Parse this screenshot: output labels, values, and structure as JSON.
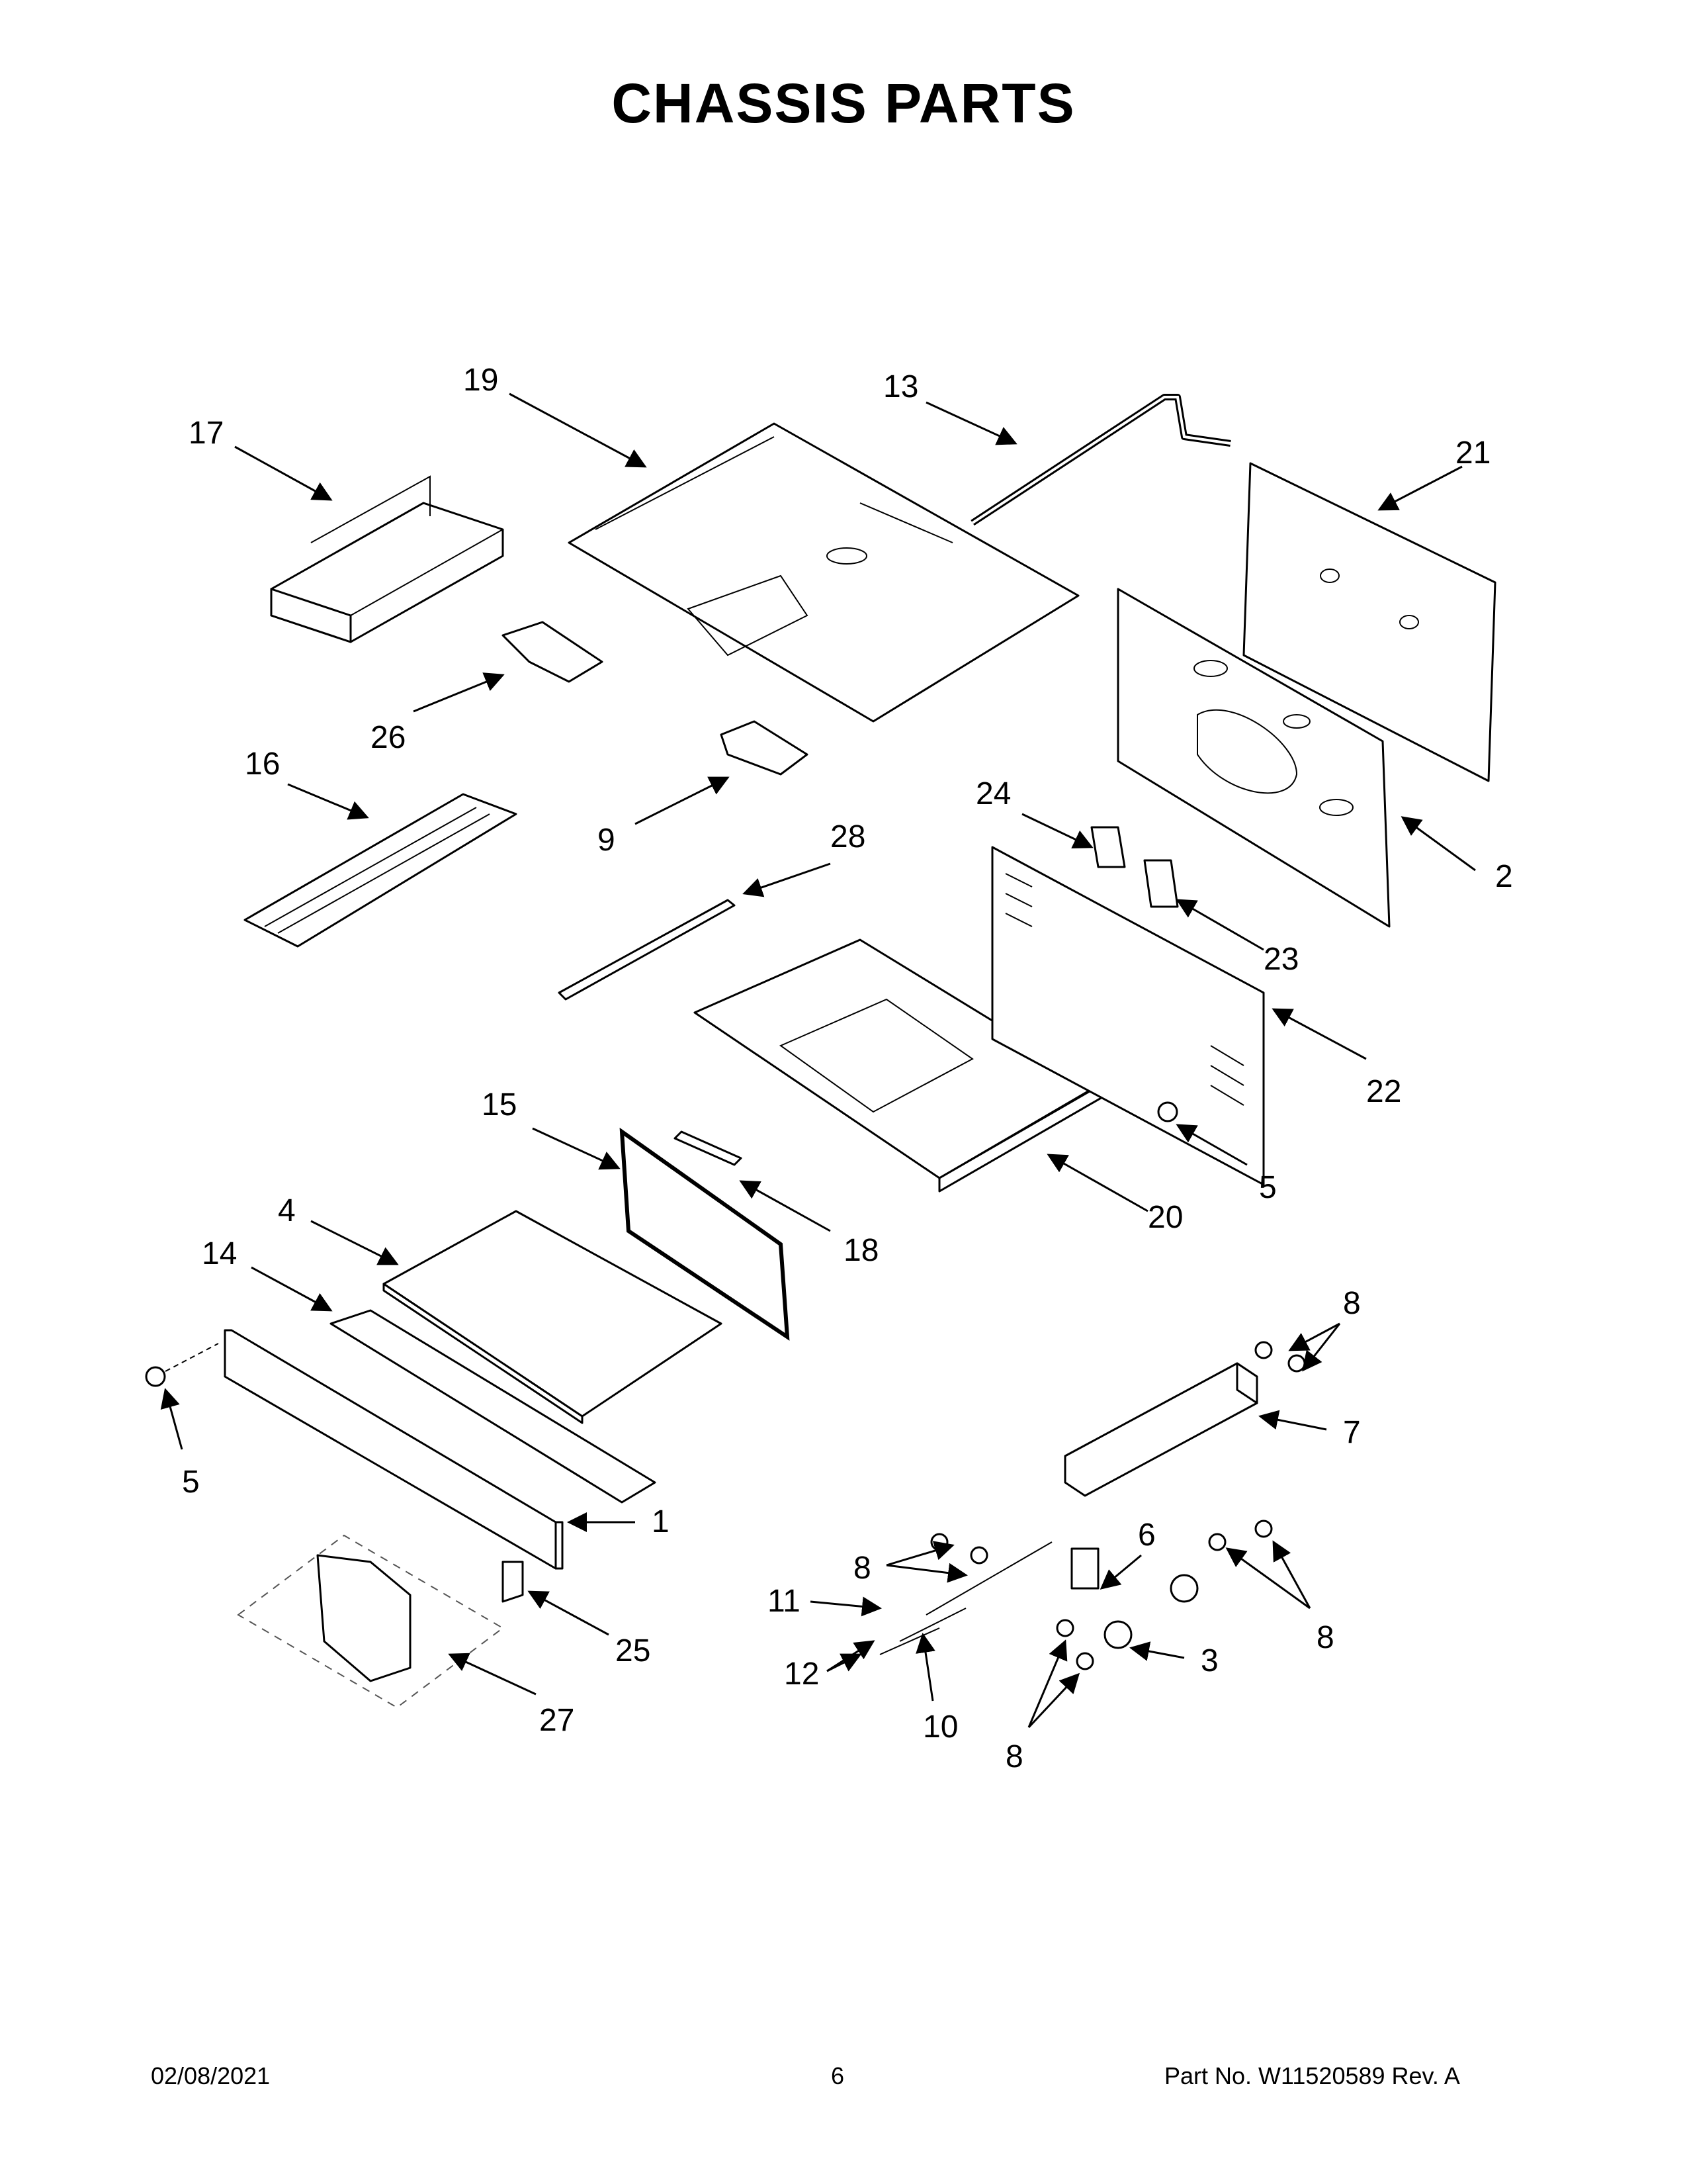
{
  "title": "CHASSIS PARTS",
  "callouts": [
    "19",
    "13",
    "17",
    "21",
    "26",
    "16",
    "9",
    "28",
    "24",
    "2",
    "23",
    "22",
    "15",
    "5",
    "4",
    "18",
    "20",
    "14",
    "8",
    "7",
    "5",
    "1",
    "6",
    "8",
    "11",
    "25",
    "12",
    "3",
    "8",
    "10",
    "8",
    "27"
  ],
  "footer": {
    "date": "02/08/2021",
    "page": "6",
    "part_no": "Part No.  W11520589  Rev.  A"
  }
}
